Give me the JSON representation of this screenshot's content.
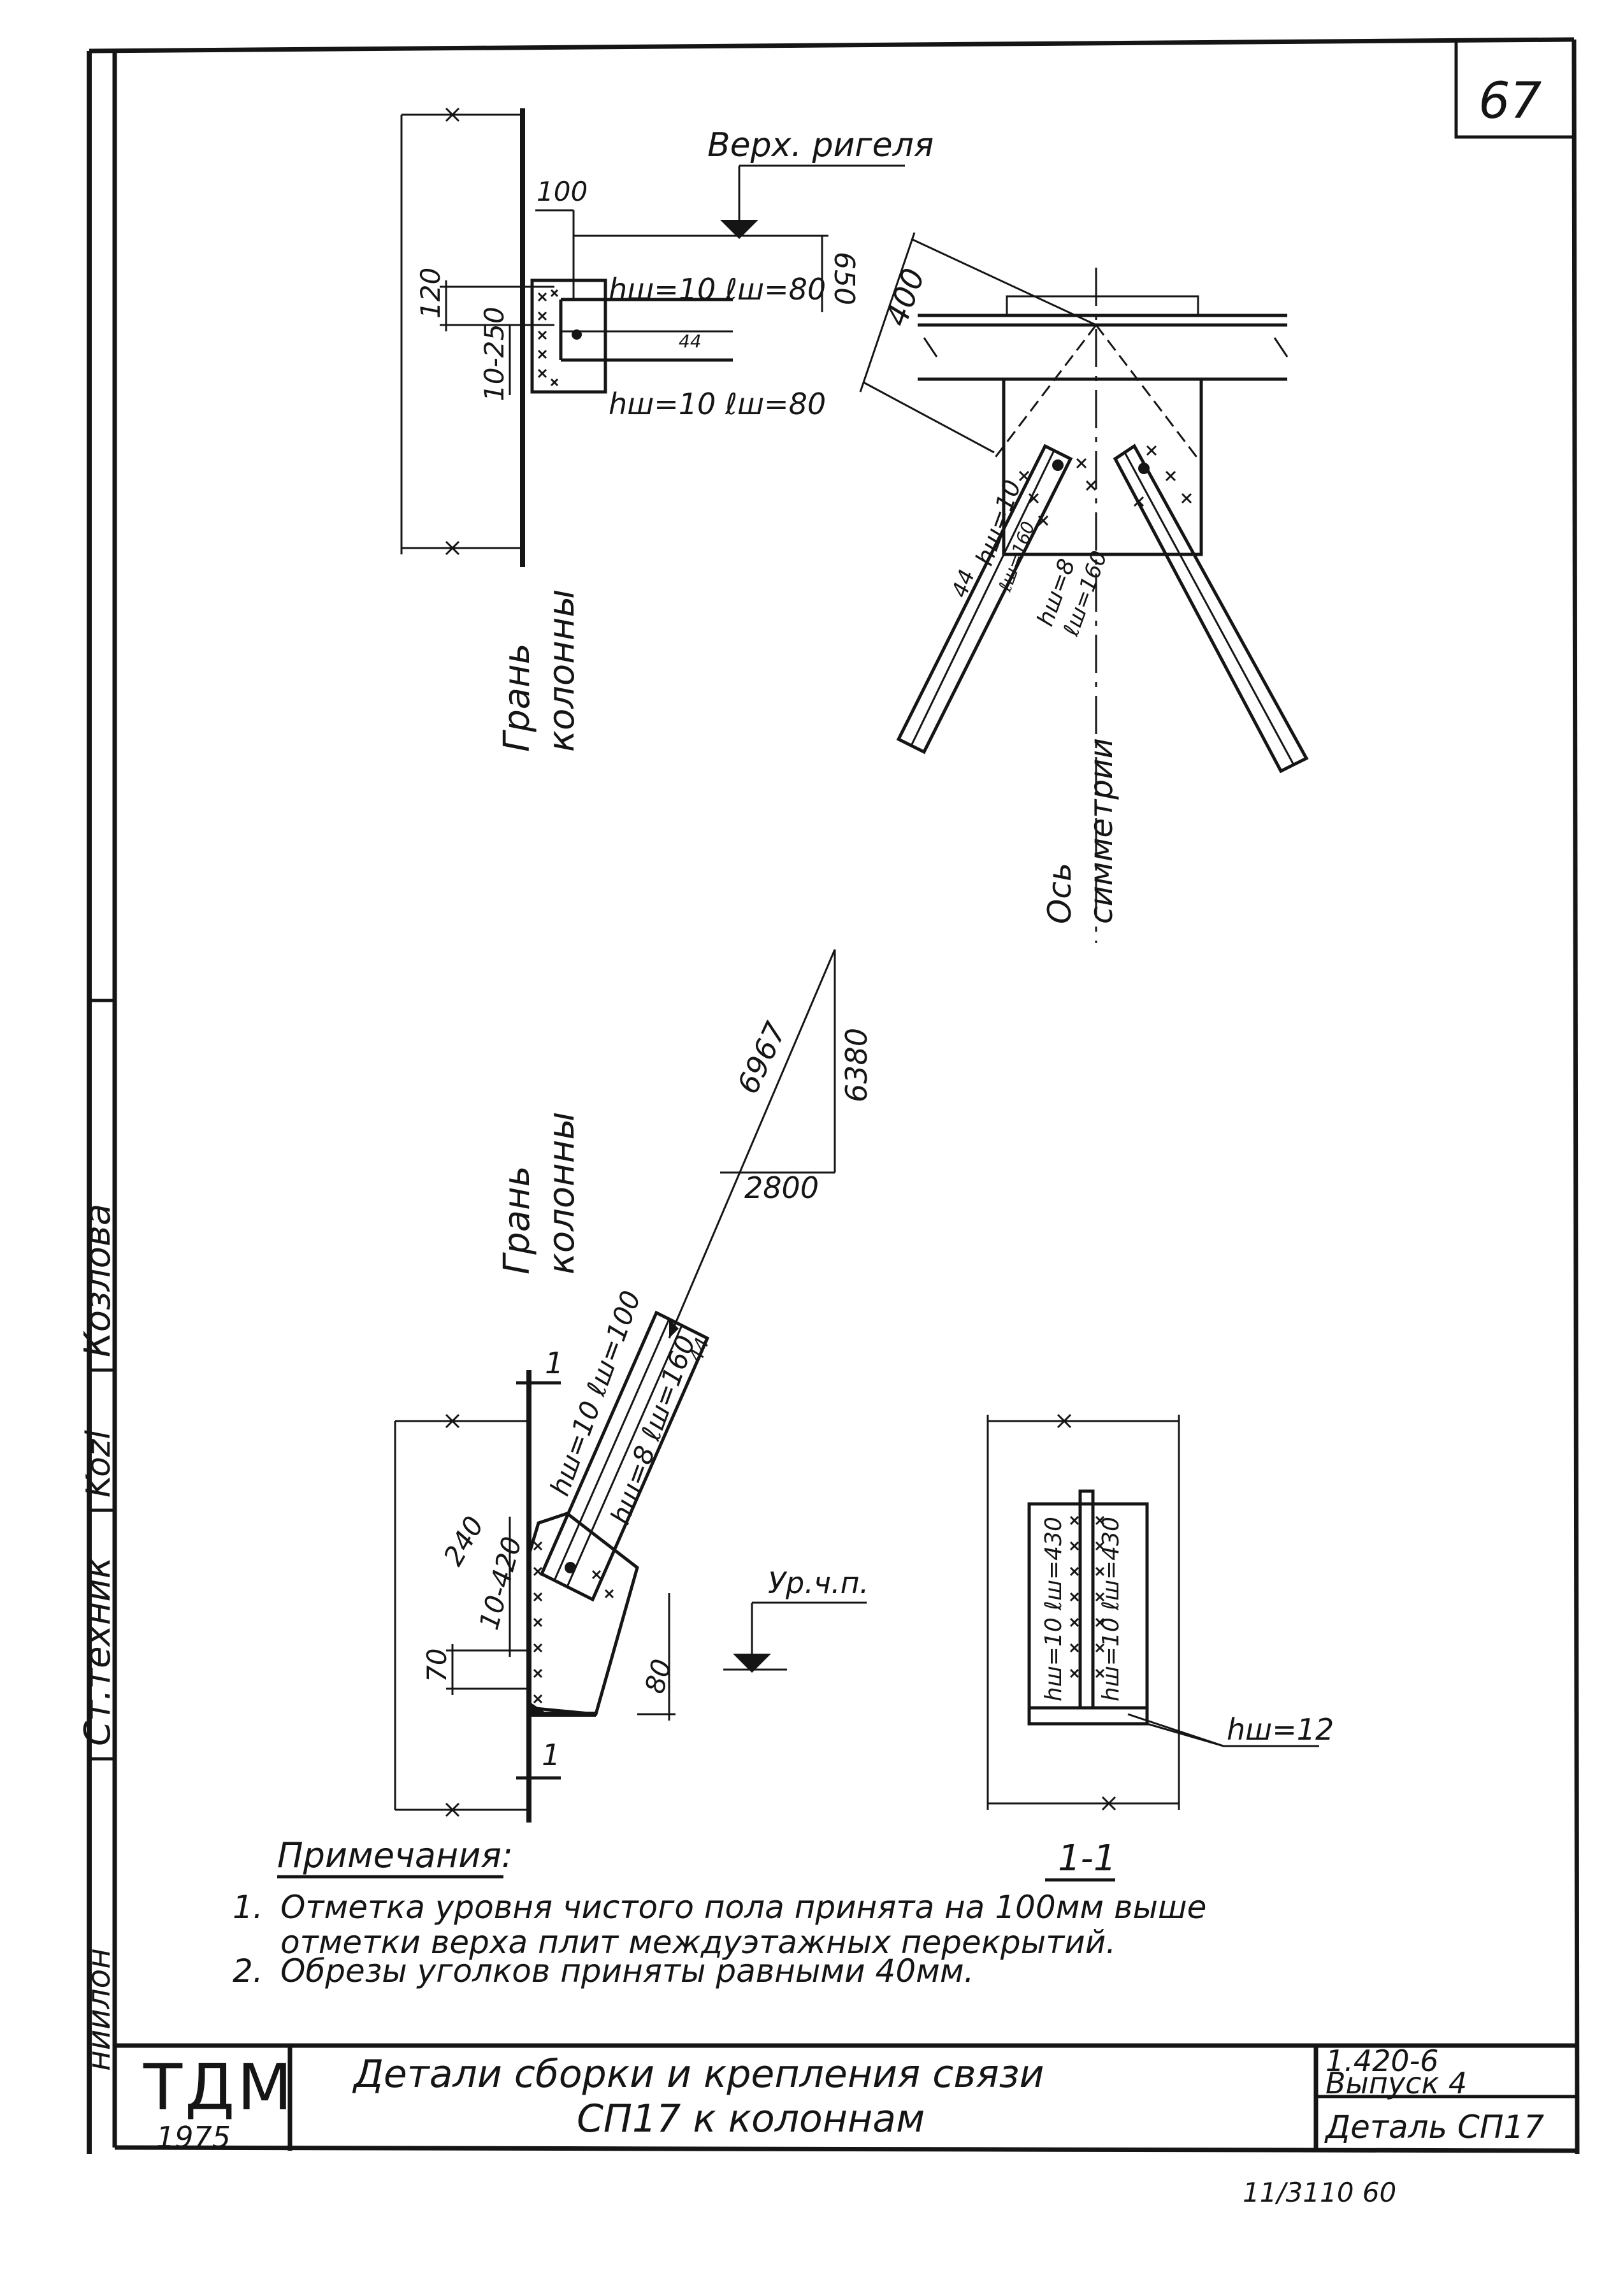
{
  "sheet": {
    "number": "67",
    "designation": "1.420-6",
    "issue": "Выпуск 4",
    "detail_code": "Деталь СП17",
    "title_line1": "Детали сборки и крепления связи",
    "title_line2": "СП17 к колоннам",
    "org_logo": "ТДМ",
    "year": "1975",
    "archive_number": "11/3110   60"
  },
  "side_stamp": {
    "role": "Ст.техник",
    "signature": "Kozl",
    "name": "Козлова",
    "extra": "ниилон"
  },
  "top_left": {
    "label_top": "Верх. ригеля",
    "dim_100": "100",
    "dim_120": "120",
    "dim_range": "10-250",
    "dim_650": "650",
    "dim_44": "44",
    "weld1": "hш=10  ℓш=80",
    "weld2": "hш=10  ℓш=80",
    "face_label_1": "Грань",
    "face_label_2": "колонны"
  },
  "top_right": {
    "dim_400": "400",
    "weld_a1": "hш=10",
    "weld_a2": "ℓш=160",
    "weld_b1": "hш=8",
    "weld_b2": "ℓш=160",
    "dim_44": "44",
    "axis_label_1": "Ось",
    "axis_label_2": "симметрии"
  },
  "slope": {
    "hyp": "6967",
    "vert": "6380",
    "horiz": "2800"
  },
  "bottom_left": {
    "face_label_1": "Грань",
    "face_label_2": "колонны",
    "mark_1_top": "1",
    "mark_1_bottom": "1",
    "weld_a": "hш=10  ℓш=100",
    "weld_b": "hш=8  ℓш=160",
    "dim_44": "44",
    "dim_240": "240",
    "dim_range": "10-420",
    "dim_70": "70",
    "dim_80": "80",
    "floor_label": "Ур.ч.п."
  },
  "section": {
    "weld_left": "hш=10 ℓш=430",
    "weld_right": "hш=10 ℓш=430",
    "weld_plate": "hш=12",
    "caption": "1-1"
  },
  "notes": {
    "heading": "Примечания:",
    "n1_num": "1.",
    "n1_line1": "Отметка уровня чистого пола принята на 100мм выше",
    "n1_line2": "отметки верха плит междуэтажных перекрытий.",
    "n2_num": "2.",
    "n2_text": "Обрезы уголков приняты равными 40мм."
  }
}
